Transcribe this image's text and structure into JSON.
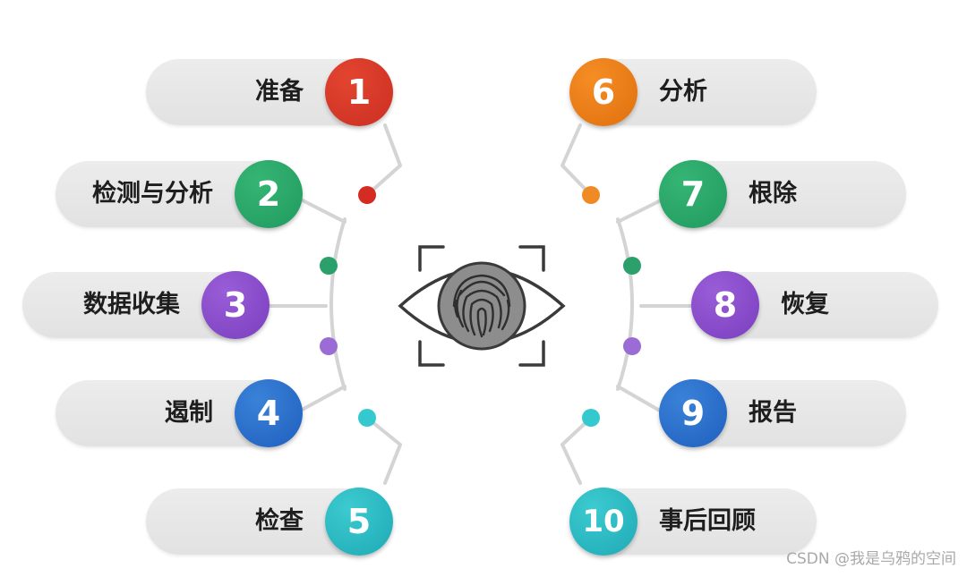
{
  "steps": [
    {
      "num": "1",
      "label": "准备",
      "side": "left",
      "color": "#cc2e22",
      "color_light": "#e2452f"
    },
    {
      "num": "2",
      "label": "检测与分析",
      "side": "left",
      "color": "#219a5f",
      "color_light": "#35b574"
    },
    {
      "num": "3",
      "label": "数据收集",
      "side": "left",
      "color": "#7a3fbf",
      "color_light": "#9a5dd8"
    },
    {
      "num": "4",
      "label": "遏制",
      "side": "left",
      "color": "#1f5fbf",
      "color_light": "#3a82d8"
    },
    {
      "num": "5",
      "label": "检查",
      "side": "left",
      "color": "#1fa9b5",
      "color_light": "#3ccbd0"
    },
    {
      "num": "6",
      "label": "分析",
      "side": "right",
      "color": "#e0700e",
      "color_light": "#f58d24"
    },
    {
      "num": "7",
      "label": "根除",
      "side": "right",
      "color": "#219a5f",
      "color_light": "#35b574"
    },
    {
      "num": "8",
      "label": "恢复",
      "side": "right",
      "color": "#7a3fbf",
      "color_light": "#9a5dd8"
    },
    {
      "num": "9",
      "label": "报告",
      "side": "right",
      "color": "#1f5fbf",
      "color_light": "#3a82d8"
    },
    {
      "num": "10",
      "label": "事后回顾",
      "side": "right",
      "color": "#1fa9b5",
      "color_light": "#3ccbd0"
    }
  ],
  "center_icon": "fingerprint-eye-scan-icon",
  "colors": {
    "connector": "#d4d4d4",
    "dot_red": "#d42b22",
    "dot_green": "#2ba06a",
    "dot_purple": "#9b6bd6",
    "dot_cyan": "#34c8cf",
    "dot_orange": "#f08a24"
  },
  "watermark": "CSDN @我是乌鸦的空间"
}
